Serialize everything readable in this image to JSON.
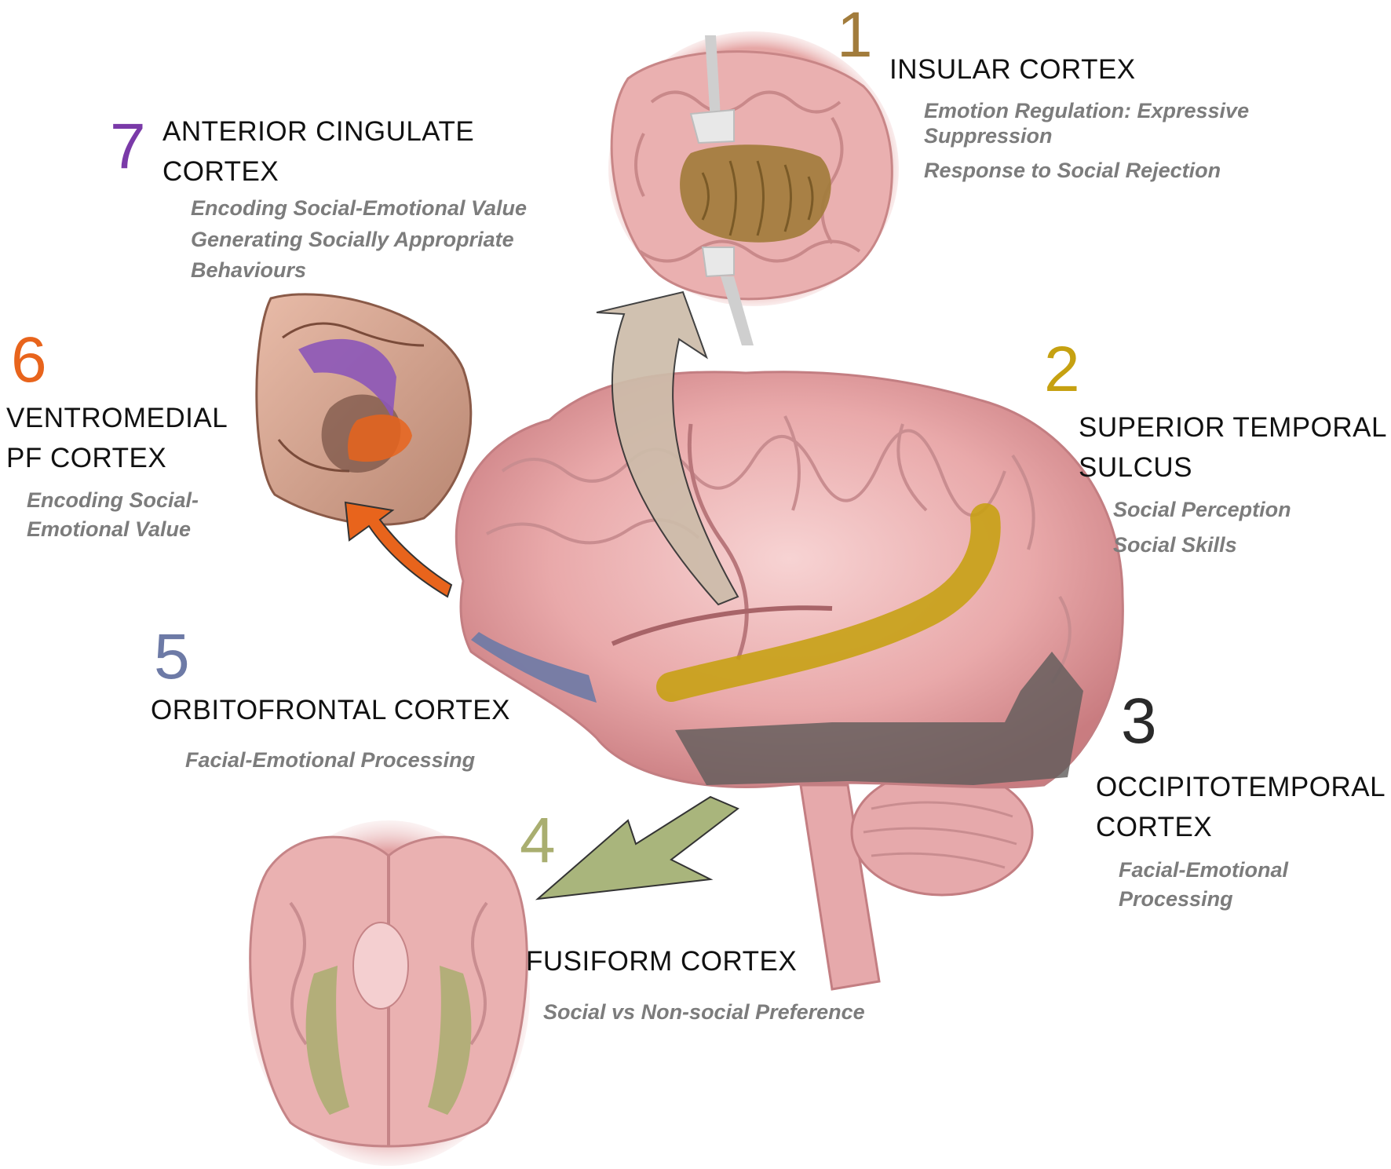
{
  "colors": {
    "insula": "#a27c3c",
    "sts": "#c6a111",
    "occipitotemporal": "#2a2a2a",
    "fusiform": "#a9ae70",
    "orbitofrontal": "#6d7aa6",
    "vmpfc": "#e8641c",
    "acc": "#7a3aa8"
  },
  "regions": [
    {
      "number": "1",
      "title_lines": [
        "INSULAR CORTEX"
      ],
      "functions": [
        "Emotion Regulation: Expressive",
        "Suppression",
        "Response to Social Rejection"
      ]
    },
    {
      "number": "2",
      "title_lines": [
        "SUPERIOR TEMPORAL",
        "SULCUS"
      ],
      "functions": [
        "Social Perception",
        "Social Skills"
      ]
    },
    {
      "number": "3",
      "title_lines": [
        "OCCIPITOTEMPORAL",
        "CORTEX"
      ],
      "functions": [
        "Facial-Emotional",
        "Processing"
      ]
    },
    {
      "number": "4",
      "title_lines": [
        "FUSIFORM CORTEX"
      ],
      "functions": [
        "Social vs Non-social Preference"
      ]
    },
    {
      "number": "5",
      "title_lines": [
        "ORBITOFRONTAL CORTEX"
      ],
      "functions": [
        "Facial-Emotional Processing"
      ]
    },
    {
      "number": "6",
      "title_lines": [
        "VENTROMEDIAL",
        "PF CORTEX"
      ],
      "functions": [
        "Encoding Social-",
        "Emotional Value"
      ]
    },
    {
      "number": "7",
      "title_lines": [
        "ANTERIOR CINGULATE",
        "CORTEX"
      ],
      "functions": [
        "Encoding Social-Emotional Value",
        "Generating Socially Appropriate",
        "Behaviours"
      ]
    }
  ]
}
